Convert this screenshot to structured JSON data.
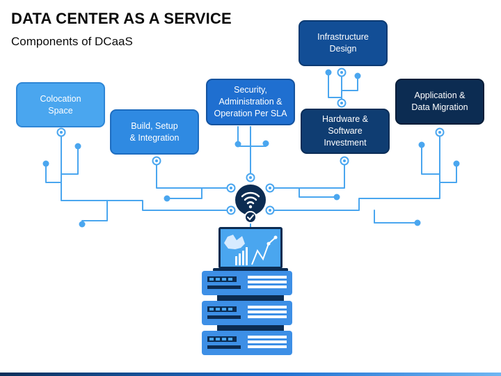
{
  "header": {
    "title": "DATA CENTER AS A SERVICE",
    "subtitle": "Components of DCaaS"
  },
  "components": [
    {
      "id": "colocation",
      "label": "Colocation\nSpace"
    },
    {
      "id": "build",
      "label": "Build, Setup\n& Integration"
    },
    {
      "id": "security",
      "label": "Security,\nAdministration &\nOperation Per SLA"
    },
    {
      "id": "infra",
      "label": "Infrastructure\nDesign"
    },
    {
      "id": "hardware",
      "label": "Hardware &\nSoftware\nInvestment"
    },
    {
      "id": "appmig",
      "label": "Application &\nData Migration"
    }
  ],
  "colors": {
    "line": "#4aa6ef",
    "hub_dark": "#0c2c52",
    "server_blue": "#3d8fe6",
    "server_dark": "#0c2c52",
    "screen_bg": "#4aa6ef"
  },
  "icons": {
    "hub": "wifi-icon",
    "badge": "checkmark-icon",
    "device": "laptop-icon",
    "rack": "server-rack-icon"
  }
}
